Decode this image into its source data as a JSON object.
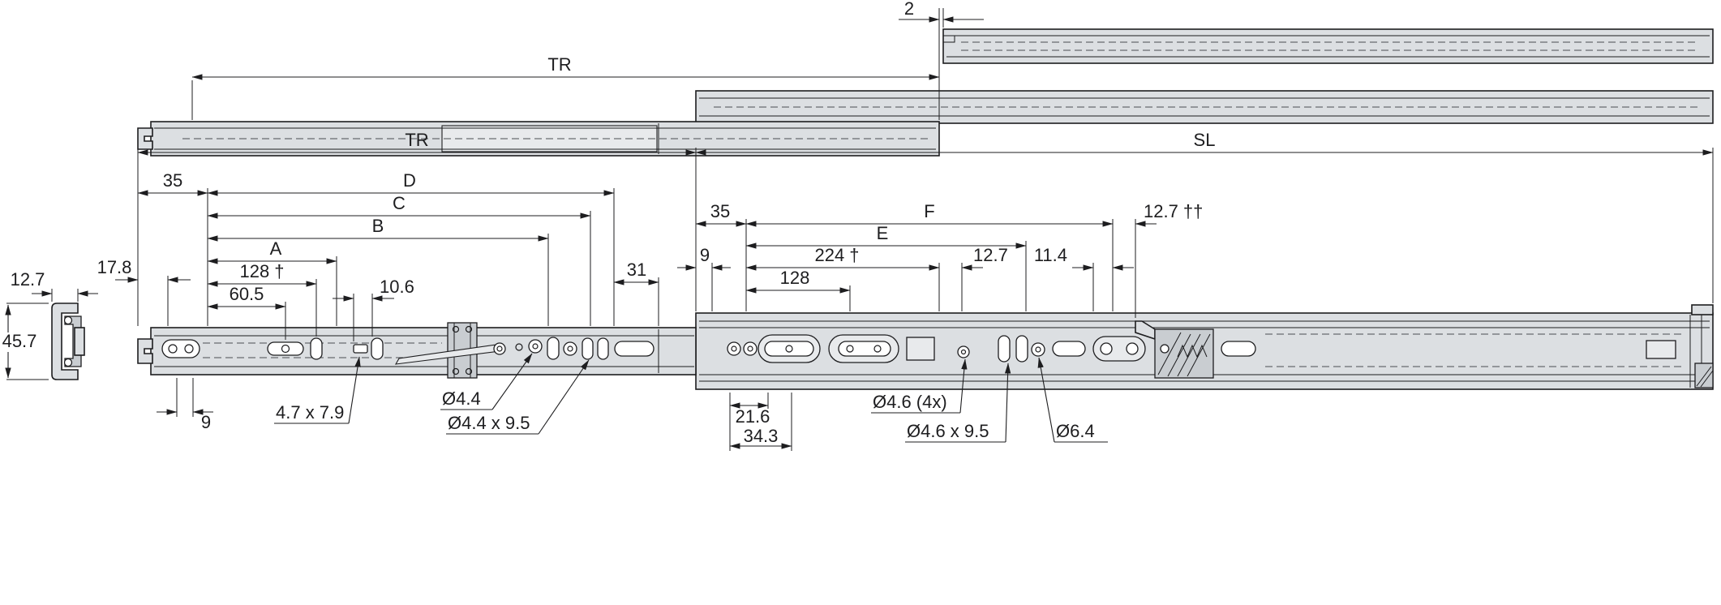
{
  "meta": {
    "bg": "#ffffff",
    "line_color": "#1d1d1f",
    "metal_fill": "#dcdfe2",
    "metal_fill_light": "#e8eaec",
    "metal_fill_dark": "#c9cdd1"
  },
  "top_view": {
    "gap": "2",
    "travel": "TR"
  },
  "main_view": {
    "travel": "TR",
    "length": "SL",
    "left": {
      "offset35": "35",
      "dimD": "D",
      "dimC": "C",
      "dimB": "B",
      "dimA": "A",
      "spacing128": "128 †",
      "dim605": "60.5",
      "dim106": "10.6",
      "dim178": "17.8",
      "dim31": "31",
      "dim9": "9",
      "slot_callout": "4.7 x 7.9",
      "hole_callout": "Ø4.4",
      "slot2_callout": "Ø4.4 x 9.5"
    },
    "right": {
      "offset35": "35",
      "dim9": "9",
      "dimF": "F",
      "dimE": "E",
      "spacing224": "224 †",
      "dim127": "12.7",
      "dim114": "11.4",
      "dim127tt": "12.7 ††",
      "dim128": "128",
      "dim216": "21.6",
      "dim343": "34.3",
      "hole4x_callout": "Ø4.6 (4x)",
      "slot_callout": "Ø4.6 x 9.5",
      "hole64_callout": "Ø6.4"
    }
  },
  "section_view": {
    "width": "12.7",
    "height": "45.7"
  }
}
